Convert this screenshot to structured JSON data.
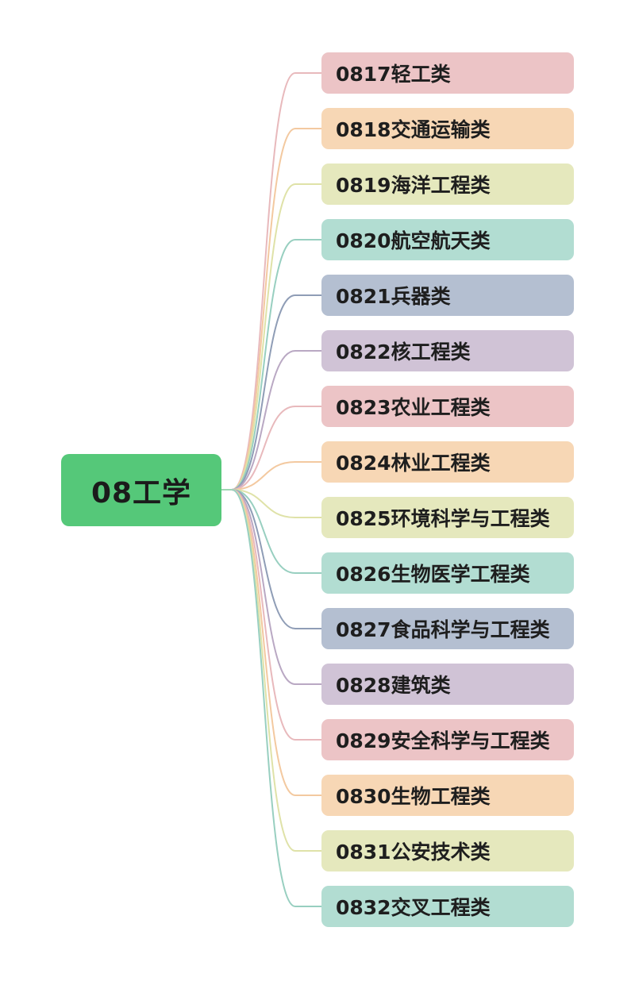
{
  "root": {
    "label": "08工学",
    "color": "#55c879"
  },
  "children": [
    {
      "label": "0817轻工类",
      "color": "#ecc4c6",
      "line": "#e8b9bc"
    },
    {
      "label": "0818交通运输类",
      "color": "#f7d7b5",
      "line": "#f3c9a0"
    },
    {
      "label": "0819海洋工程类",
      "color": "#e5e8bd",
      "line": "#dfe2a8"
    },
    {
      "label": "0820航空航天类",
      "color": "#b2ddd2",
      "line": "#98cfc0"
    },
    {
      "label": "0821兵器类",
      "color": "#b4bfd1",
      "line": "#8f9db6"
    },
    {
      "label": "0822核工程类",
      "color": "#d0c3d6",
      "line": "#b9a8c3"
    },
    {
      "label": "0823农业工程类",
      "color": "#ecc4c6",
      "line": "#e8b9bc"
    },
    {
      "label": "0824林业工程类",
      "color": "#f7d7b5",
      "line": "#f3c9a0"
    },
    {
      "label": "0825环境科学与工程类",
      "color": "#e5e8bd",
      "line": "#dfe2a8"
    },
    {
      "label": "0826生物医学工程类",
      "color": "#b2ddd2",
      "line": "#98cfc0"
    },
    {
      "label": "0827食品科学与工程类",
      "color": "#b4bfd1",
      "line": "#8f9db6"
    },
    {
      "label": "0828建筑类",
      "color": "#d0c3d6",
      "line": "#b9a8c3"
    },
    {
      "label": "0829安全科学与工程类",
      "color": "#ecc4c6",
      "line": "#e8b9bc"
    },
    {
      "label": "0830生物工程类",
      "color": "#f7d7b5",
      "line": "#f3c9a0"
    },
    {
      "label": "0831公安技术类",
      "color": "#e5e8bd",
      "line": "#dfe2a8"
    },
    {
      "label": "0832交叉工程类",
      "color": "#b2ddd2",
      "line": "#98cfc0"
    }
  ]
}
